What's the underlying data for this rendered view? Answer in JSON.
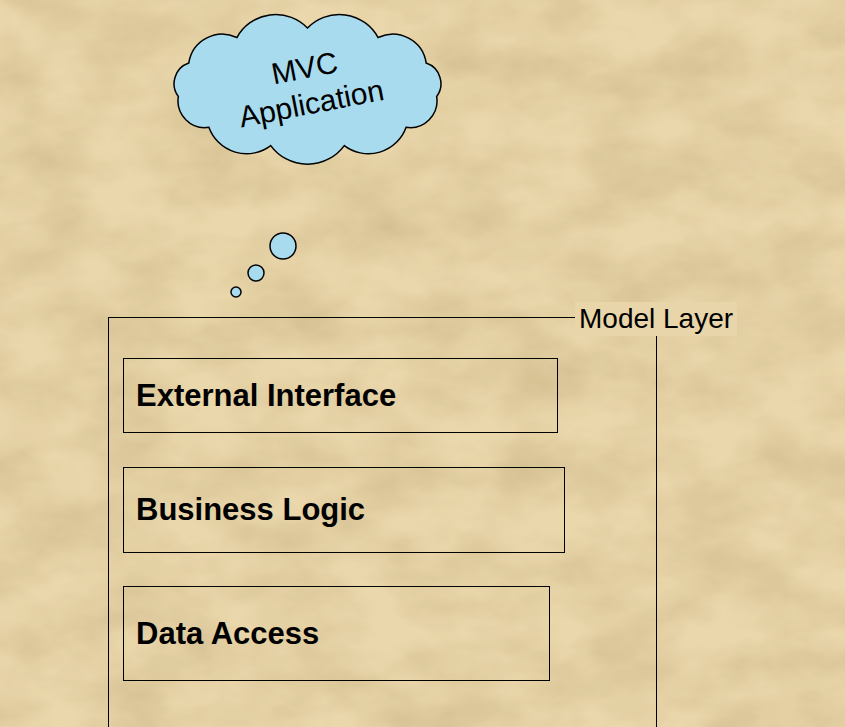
{
  "diagram": {
    "nodes": [
      {
        "text": [
          "MVC Application"
        ]
      },
      {
        "text": [
          "Model Layer"
        ]
      },
      {
        "text": [
          "External Interface"
        ],
        "in": 1
      },
      {
        "text": [
          "Business Logic"
        ],
        "in": 1
      },
      {
        "text": [
          "Data Access"
        ],
        "in": 1
      }
    ]
  }
}
